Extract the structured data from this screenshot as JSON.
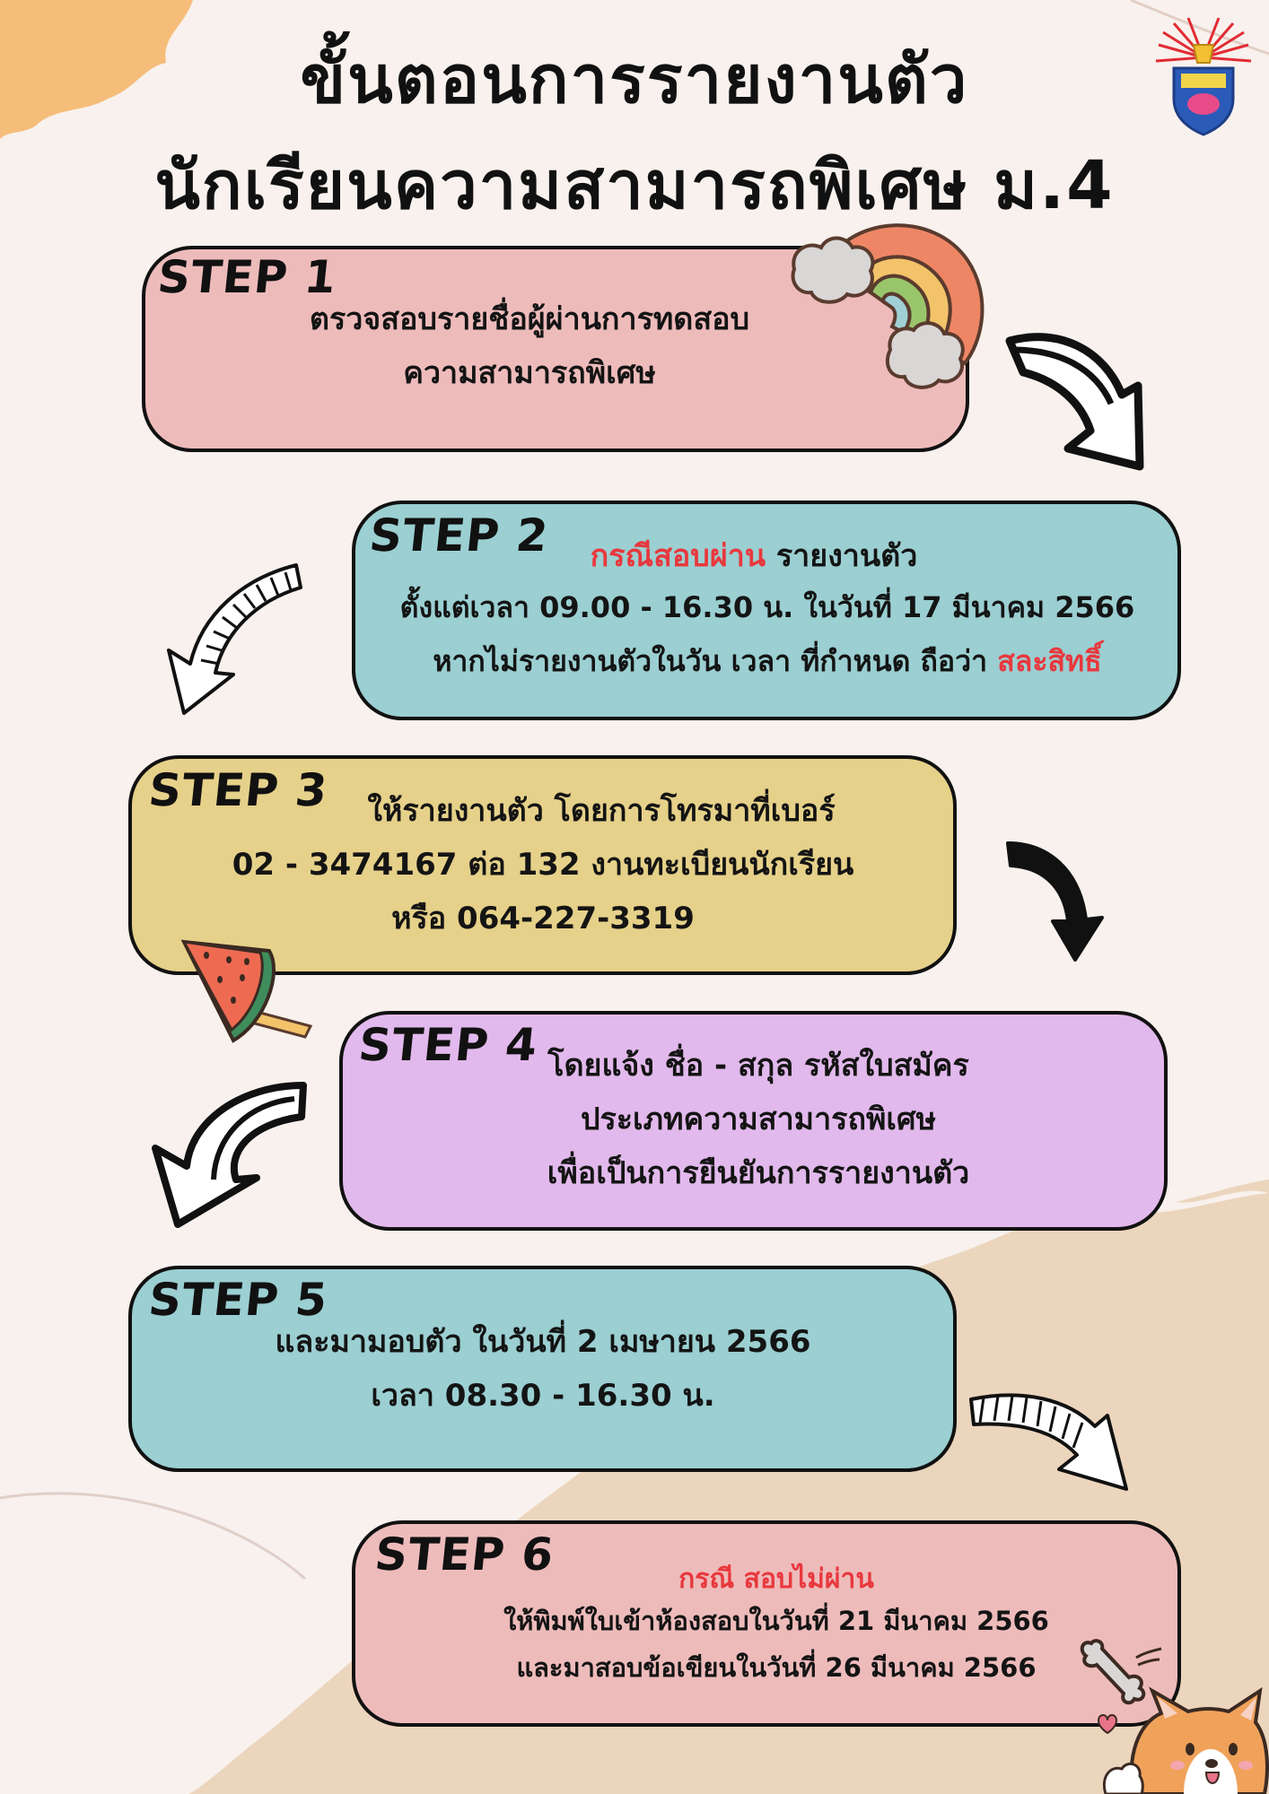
{
  "title": {
    "line1": "ขั้นตอนการรายงานตัว",
    "line2": "นักเรียนความสามารถพิเศษ ม.4"
  },
  "colors": {
    "background": "#f8f1ed",
    "pink": "#eebbbb",
    "teal": "#9bcfd2",
    "yellow": "#e6d18a",
    "lavender": "#e2b9ec",
    "highlight_red": "#e8383d",
    "tan": "#ecd5bd",
    "orange": "#f6bd7a"
  },
  "icons": [
    "school-emblem-icon",
    "rainbow-icon",
    "watermelon-icon",
    "bone-icon",
    "corgi-icon",
    "arrow-icon"
  ],
  "steps": [
    {
      "label": "STEP 1",
      "lines": [
        "ตรวจสอบรายชื่อผู้ผ่านการทดสอบ",
        "ความสามารถพิเศษ"
      ]
    },
    {
      "label": "STEP 2",
      "line1_red": "กรณีสอบผ่าน",
      "line1_rest": " รายงานตัว",
      "line2": "ตั้งแต่เวลา 09.00 - 16.30 น. ในวันที่ 17 มีนาคม 2566",
      "line3_main": "หากไม่รายงานตัวในวัน เวลา ที่กำหนด ถือว่า ",
      "line3_red": "สละสิทธิ์"
    },
    {
      "label": "STEP 3",
      "lines": [
        "ให้รายงานตัว โดยการโทรมาที่เบอร์",
        "02 - 3474167 ต่อ 132 งานทะเบียนนักเรียน",
        "หรือ 064-227-3319"
      ]
    },
    {
      "label": "STEP 4",
      "lines": [
        "โดยแจ้ง ชื่อ - สกุล รหัสใบสมัคร",
        "ประเภทความสามารถพิเศษ",
        "เพื่อเป็นการยืนยันการรายงานตัว"
      ]
    },
    {
      "label": "STEP 5",
      "lines": [
        "และมามอบตัว ในวันที่ 2 เมษายน 2566",
        "เวลา 08.30 - 16.30 น."
      ]
    },
    {
      "label": "STEP 6",
      "line1_red": "กรณี สอบไม่ผ่าน",
      "lines": [
        "ให้พิมพ์ใบเข้าห้องสอบในวันที่ 21 มีนาคม 2566",
        "และมาสอบข้อเขียนในวันที่ 26 มีนาคม 2566"
      ]
    }
  ]
}
